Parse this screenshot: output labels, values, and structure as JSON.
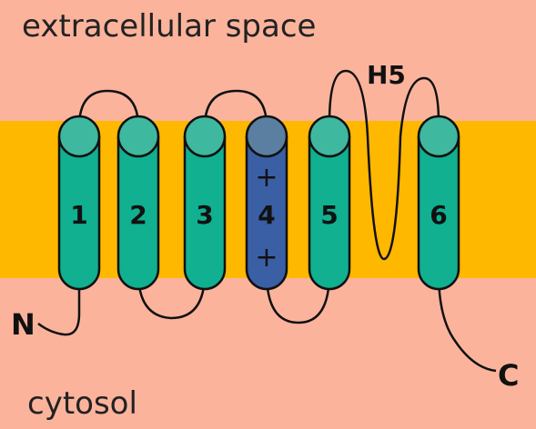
{
  "regions": {
    "extracellular": "extracellular space",
    "cytosol": "cytosol"
  },
  "termini": {
    "n": "N",
    "c": "C"
  },
  "pore_loop_label": "H5",
  "segments": [
    {
      "label": "1",
      "charge": ""
    },
    {
      "label": "2",
      "charge": ""
    },
    {
      "label": "3",
      "charge": ""
    },
    {
      "label": "4",
      "charge_top": "+",
      "charge_bottom": "+",
      "charge": "positive"
    },
    {
      "label": "5",
      "charge": ""
    },
    {
      "label": "6",
      "charge": ""
    }
  ],
  "colors": {
    "background": "#fbb39c",
    "membrane": "#ffb800",
    "helix": "#10b090",
    "helix_top": "#3fb8a0",
    "voltage_sensor": "#3a5fa5",
    "voltage_sensor_top": "#5a7fa0",
    "outline": "#111111"
  }
}
